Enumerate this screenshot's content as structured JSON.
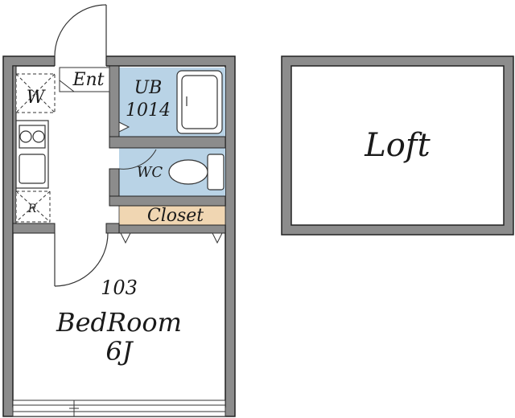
{
  "labels": {
    "entrance": "Ent",
    "bath_title": "UB",
    "bath_size": "1014",
    "washer": "W",
    "refrigerator": "R",
    "toilet": "WC",
    "closet": "Closet",
    "room_number": "103",
    "bedroom": "BedRoom",
    "bedroom_size": "6J",
    "loft": "Loft"
  },
  "colors": {
    "wall": "#8c8c8c",
    "wall_outline": "#222222",
    "wet_area": "#b9d3e6",
    "closet_fill": "#f0d6b2",
    "background": "#ffffff"
  }
}
